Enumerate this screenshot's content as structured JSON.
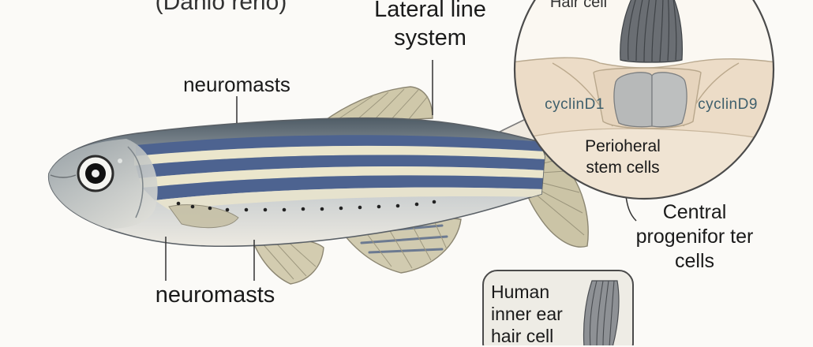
{
  "labels": {
    "species": "(Danio rerio)",
    "lateral_line": "Lateral line\nsystem",
    "neuromasts_top": "neuromasts",
    "neuromasts_bottom": "neuromasts",
    "central_progenitor": "Central\nprogenifor ter\ncells",
    "inset": {
      "hair_cell": "Hair cell",
      "cyclin_left": "cyclinD1",
      "cyclin_right": "cyclinD9",
      "peripheral_stem": "Perioheral\nstem cells"
    },
    "human_box": "Human\ninner ear\nhair cell"
  },
  "colors": {
    "background": "#fbfaf7",
    "fish_back": "#54616b",
    "fish_belly": "#e8e6de",
    "stripe_blue": "#4e6591",
    "stripe_cream": "#ece7cf",
    "fin": "#c9c2a3",
    "inset_tissue": "#ecdcc9",
    "hair_bundle": "#5f6368",
    "cyclin_text": "#3e5f6c",
    "human_box_fill": "#eceae3"
  }
}
